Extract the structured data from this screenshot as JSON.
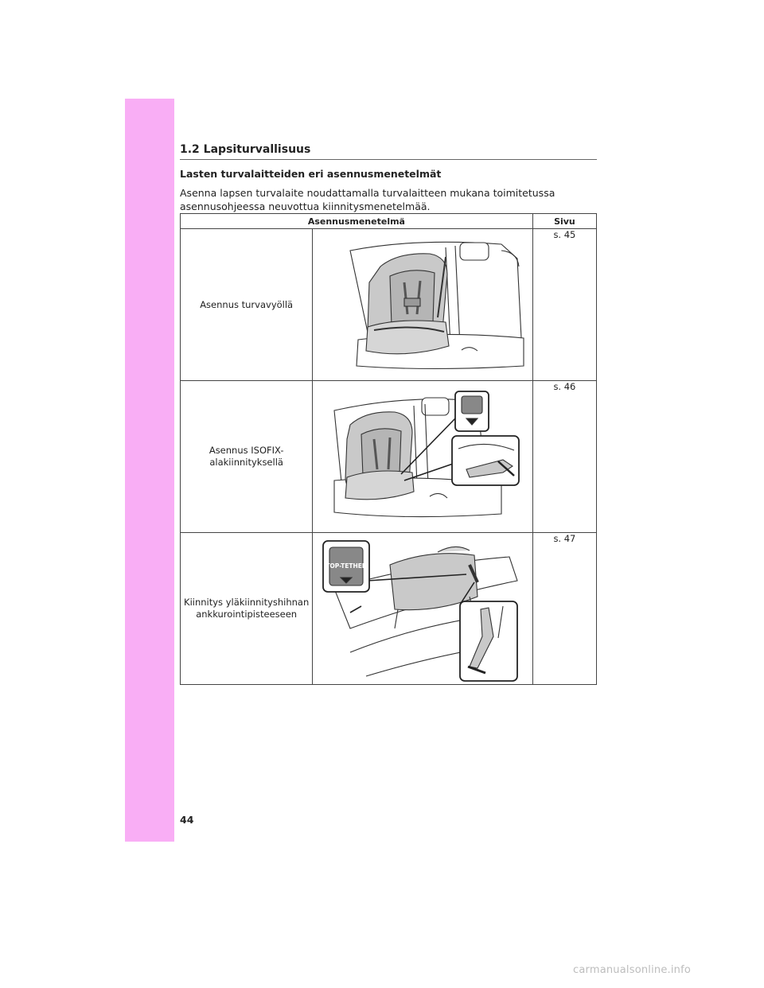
{
  "section": {
    "title": "1.2  Lapsiturvallisuus"
  },
  "subheading": "Lasten turvalaitteiden eri asennusmenetelmät",
  "intro": "Asenna lapsen turvalaite noudattamalla turvalaitteen mukana toimitetussa asennusohjeessa neuvottua kiinnitysmenetelmää.",
  "table": {
    "headers": {
      "method": "Asennusmenetelmä",
      "page": "Sivu"
    },
    "rows": [
      {
        "label": "Asennus turvavyöllä",
        "page": "s. 45",
        "illustration": "seatbelt-install"
      },
      {
        "label": "Asennus ISOFIX-alakiinnityksellä",
        "page": "s. 46",
        "illustration": "isofix-install",
        "inset_labels": []
      },
      {
        "label": "Kiinnitys yläkiinnityshihnan ankkurointipisteeseen",
        "page": "s. 47",
        "illustration": "top-tether-install",
        "badge": "TOP-TETHER"
      }
    ]
  },
  "page_number": "44",
  "watermark": "carmanualsonline.info",
  "colors": {
    "side_tab": "#f9aef5",
    "seat_fill": "#c9c9c9",
    "line": "#333333"
  }
}
